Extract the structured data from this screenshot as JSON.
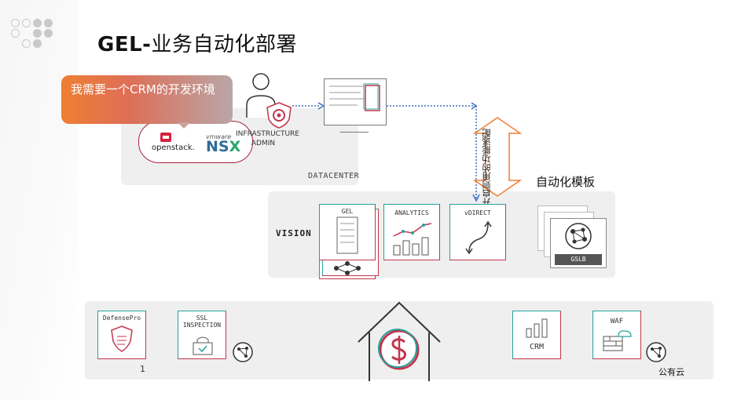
{
  "slide": {
    "title_bold": "GEL-",
    "title_rest": "业务自动化部署"
  },
  "bubble": {
    "text": "我需要一个CRM的开发环境"
  },
  "datacenter": {
    "label": "DATACENTER",
    "openstack": "openstack.",
    "vmware": "vmware",
    "nsx_ns": "NS",
    "nsx_x": "X",
    "admin_label_line1": "INFRASTRUCTURE",
    "admin_label_line2": "ADMIN"
  },
  "workflow": {
    "arrow_text": "开启则用的功能逃配"
  },
  "vision": {
    "label": "VISION",
    "gel": "GEL",
    "analytics": "ANALYTICS",
    "vdirect": "vDIRECT"
  },
  "templates": {
    "label": "自动化模板",
    "gslb": "GSLB"
  },
  "services": {
    "defensepro": "DefensePro",
    "ssl_line1": "SSL",
    "ssl_line2": "INSPECTION",
    "crm": "CRM",
    "waf": "WAF",
    "count": "1",
    "public_cloud": "公有云"
  },
  "colors": {
    "teal": "#24a19c",
    "crimson": "#c2364d",
    "orange": "#ef7e32",
    "arrow_blue": "#3e6fc4"
  }
}
